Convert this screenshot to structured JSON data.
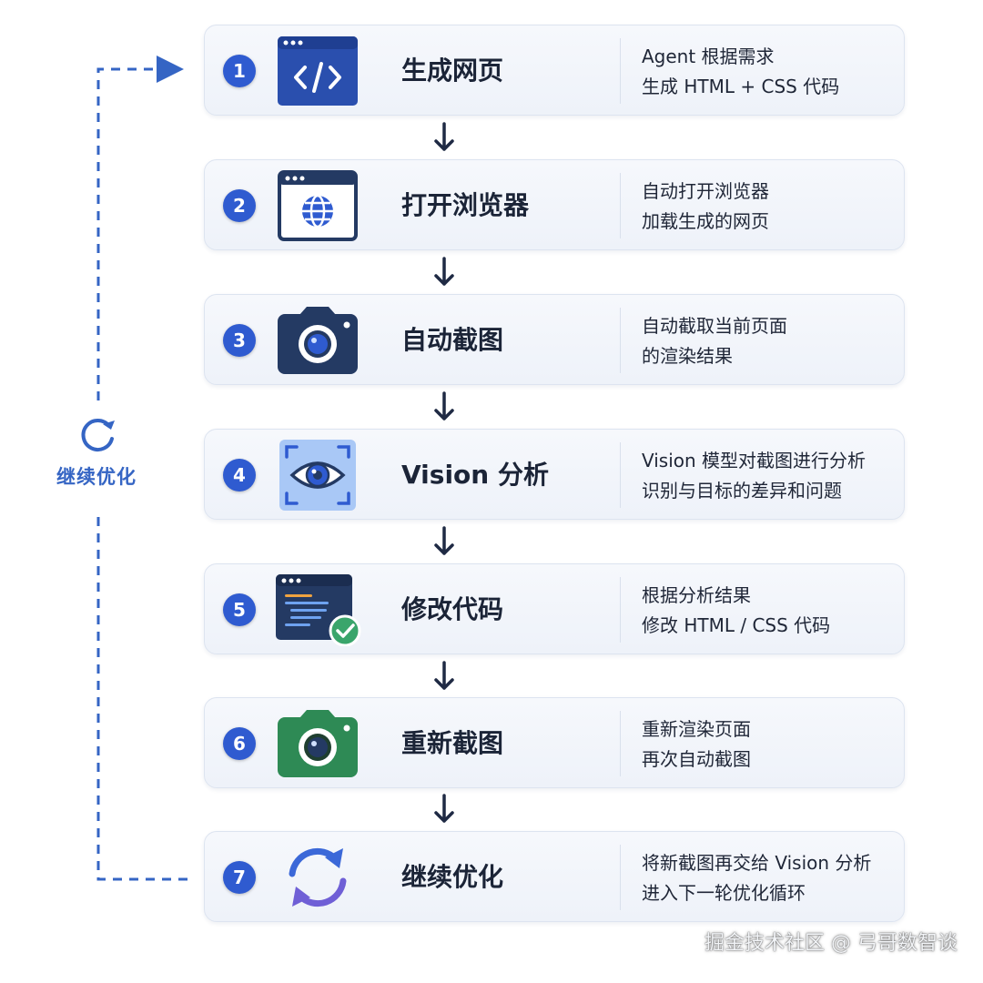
{
  "loop": {
    "label": "继续优化",
    "icon": "refresh-loop-icon",
    "color": "#3565c4"
  },
  "steps": [
    {
      "number": "1",
      "title": "生成网页",
      "icon": "code-window-icon",
      "desc": [
        "Agent 根据需求",
        "生成 HTML + CSS 代码"
      ]
    },
    {
      "number": "2",
      "title": "打开浏览器",
      "icon": "browser-globe-icon",
      "desc": [
        "自动打开浏览器",
        "加载生成的网页"
      ]
    },
    {
      "number": "3",
      "title": "自动截图",
      "icon": "camera-icon",
      "desc": [
        "自动截取当前页面",
        "的渲染结果"
      ]
    },
    {
      "number": "4",
      "title": "Vision 分析",
      "icon": "eye-scan-icon",
      "desc": [
        "Vision 模型对截图进行分析",
        "识别与目标的差异和问题"
      ]
    },
    {
      "number": "5",
      "title": "修改代码",
      "icon": "code-editor-check-icon",
      "desc": [
        "根据分析结果",
        "修改 HTML / CSS 代码"
      ]
    },
    {
      "number": "6",
      "title": "重新截图",
      "icon": "green-camera-icon",
      "desc": [
        "重新渲染页面",
        "再次自动截图"
      ]
    },
    {
      "number": "7",
      "title": "继续优化",
      "icon": "sync-arrows-icon",
      "desc": [
        "将新截图再交给 Vision 分析",
        "进入下一轮优化循环"
      ]
    }
  ],
  "watermark": "掘金技术社区 @ 弓哥数智谈",
  "colors": {
    "accent": "#2f5bd0",
    "dark_navy": "#243a63",
    "green": "#2e8a55",
    "light_blue": "#a9c8f6"
  }
}
